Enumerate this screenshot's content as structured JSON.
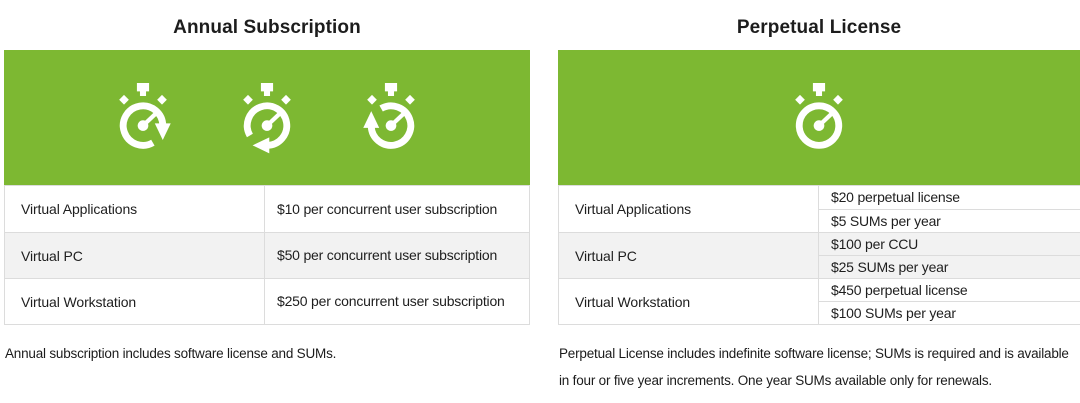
{
  "colors": {
    "header_green": "#7DB832",
    "row_alt_gray": "#f2f2f2",
    "border_gray": "#dcdcdc",
    "text": "#1d1d1d"
  },
  "tables": [
    {
      "title": "Annual Subscription",
      "icons": [
        "stopwatch-refresh-right-icon",
        "stopwatch-refresh-down-icon",
        "stopwatch-refresh-left-icon"
      ],
      "rows": [
        {
          "label": "Virtual Applications",
          "values": [
            "$10 per concurrent user subscription"
          ]
        },
        {
          "label": "Virtual PC",
          "values": [
            "$50 per concurrent user subscription"
          ]
        },
        {
          "label": "Virtual Workstation",
          "values": [
            "$250 per concurrent user subscription"
          ]
        }
      ],
      "footnote": "Annual subscription includes software license and SUMs."
    },
    {
      "title": "Perpetual License",
      "icons": [
        "stopwatch-icon"
      ],
      "rows": [
        {
          "label": "Virtual Applications",
          "values": [
            "$20 perpetual license",
            "$5 SUMs per year"
          ]
        },
        {
          "label": "Virtual PC",
          "values": [
            "$100 per CCU",
            "$25 SUMs per year"
          ]
        },
        {
          "label": "Virtual Workstation",
          "values": [
            "$450 perpetual license",
            "$100 SUMs per year"
          ]
        }
      ],
      "footnote": "Perpetual License includes indefinite software license; SUMs is required and is available in four or five year increments. One year SUMs available only for renewals."
    }
  ]
}
